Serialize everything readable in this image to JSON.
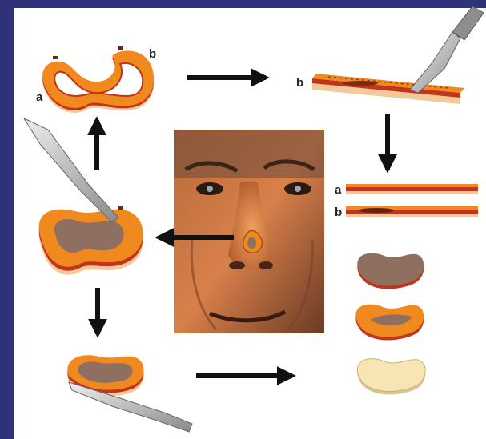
{
  "labels": {
    "ring_a": "a",
    "ring_b": "b",
    "strip_b": "b",
    "cut_a": "a",
    "cut_b": "b"
  },
  "colors": {
    "frame": "#2e3278",
    "background": "#ffffff",
    "tissue_orange": "#f08a1e",
    "tissue_red": "#c0351c",
    "tissue_cream": "#f7e6b4",
    "lesion_brown": "#8f7060",
    "arrow": "#111111",
    "scalpel": "#9a9a9a"
  },
  "icons": [
    "right-arrow",
    "down-arrow",
    "up-arrow",
    "left-arrow",
    "scalpel",
    "face-photo"
  ]
}
